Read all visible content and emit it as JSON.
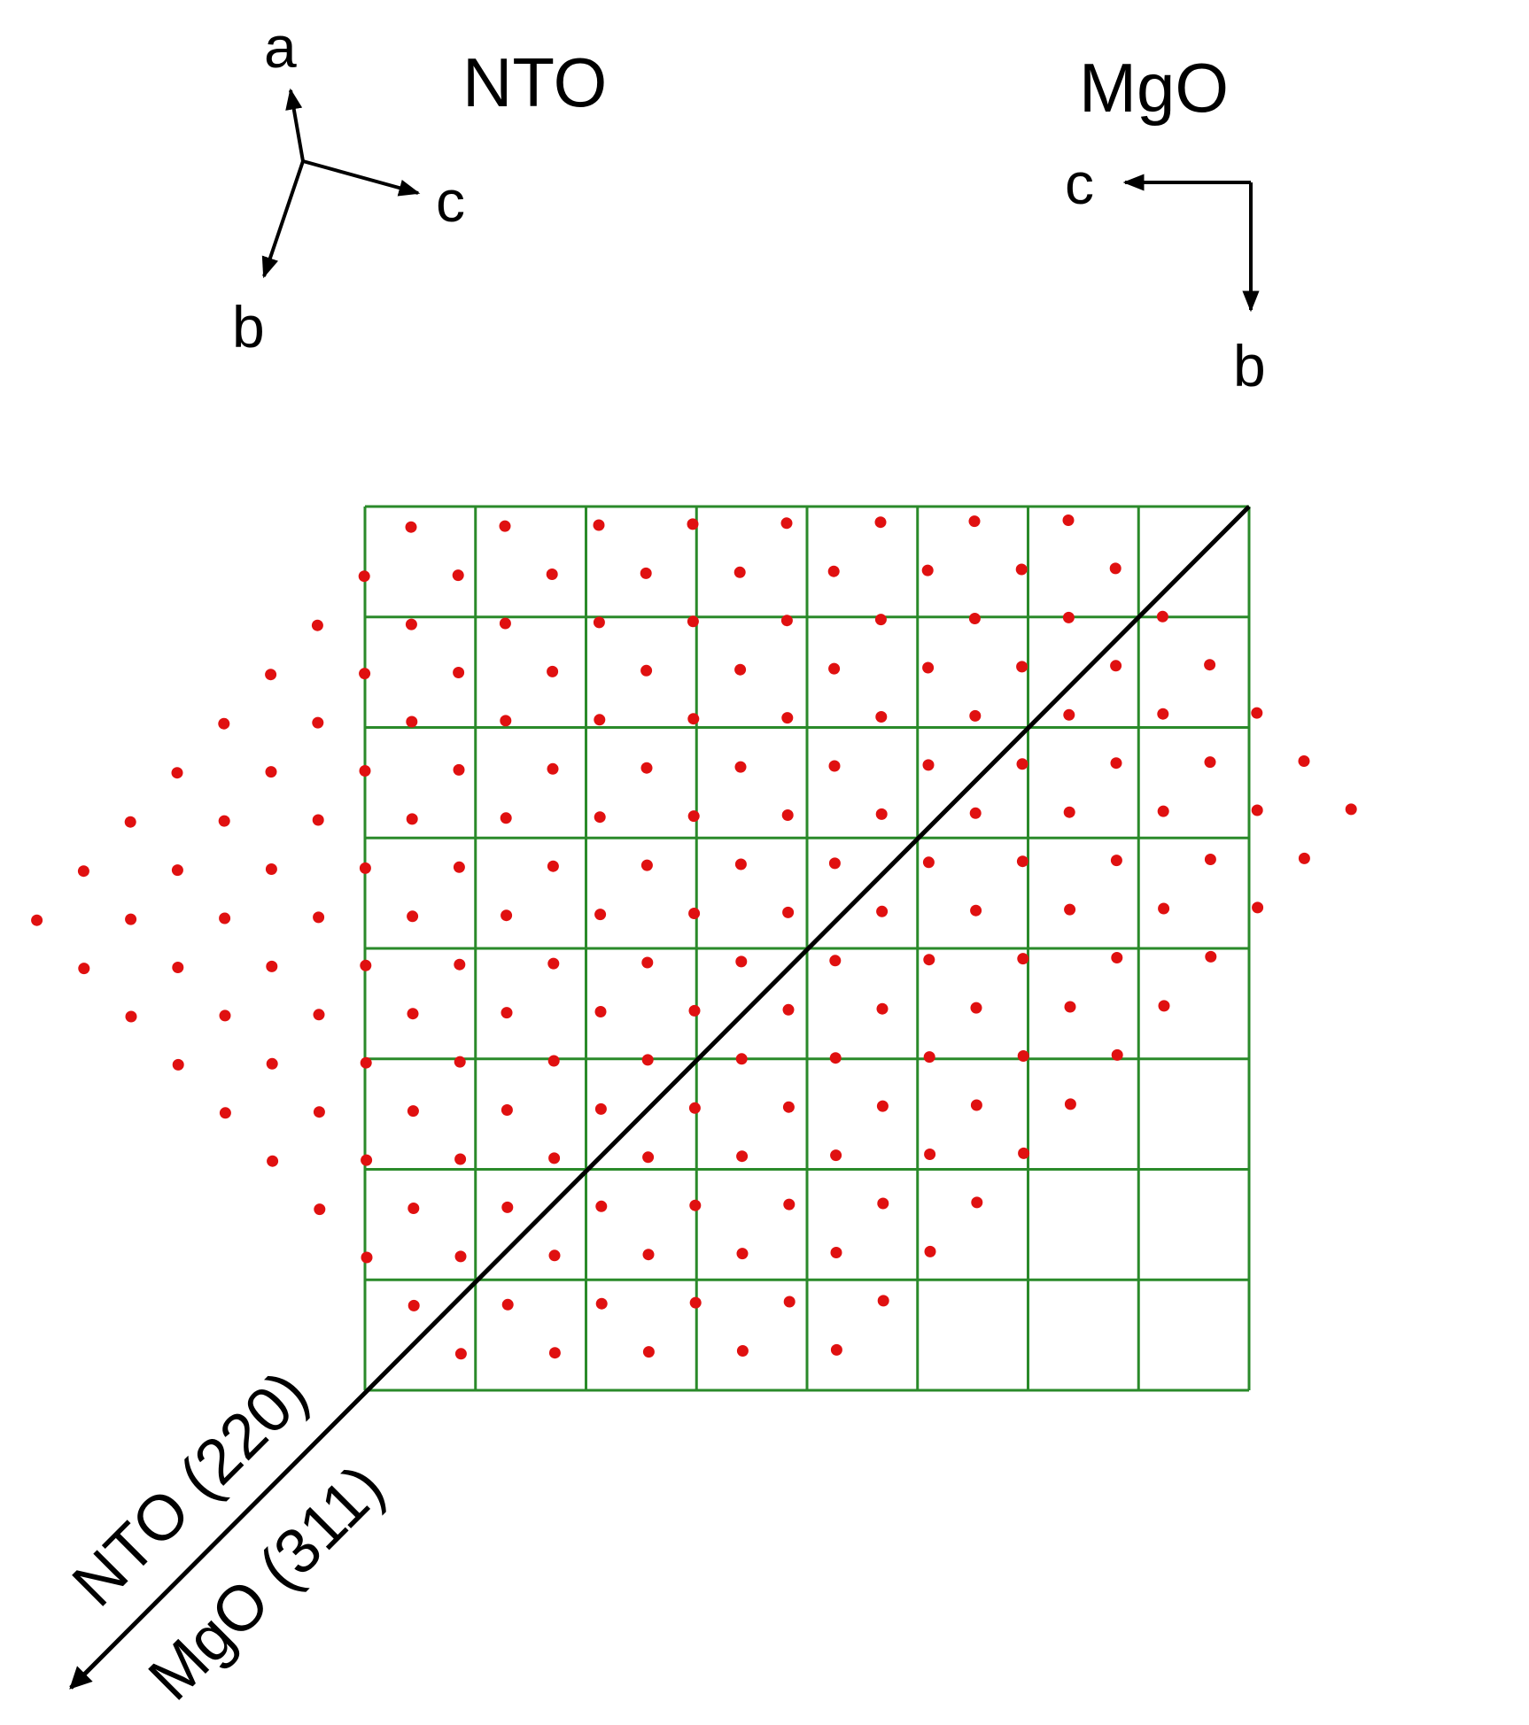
{
  "colors": {
    "grid": "#2a8a2a",
    "atoms": "#e01010",
    "arrows": "#000000",
    "background": "#ffffff"
  },
  "nto": {
    "title": "NTO",
    "axes": {
      "a": "a",
      "b": "b",
      "c": "c"
    }
  },
  "mgo": {
    "title": "MgO",
    "axes": {
      "b": "b",
      "c": "c"
    }
  },
  "direction": {
    "label_nto": "NTO (220)",
    "label_mgo": "MgO (311)"
  },
  "grid": {
    "cells": 8
  }
}
